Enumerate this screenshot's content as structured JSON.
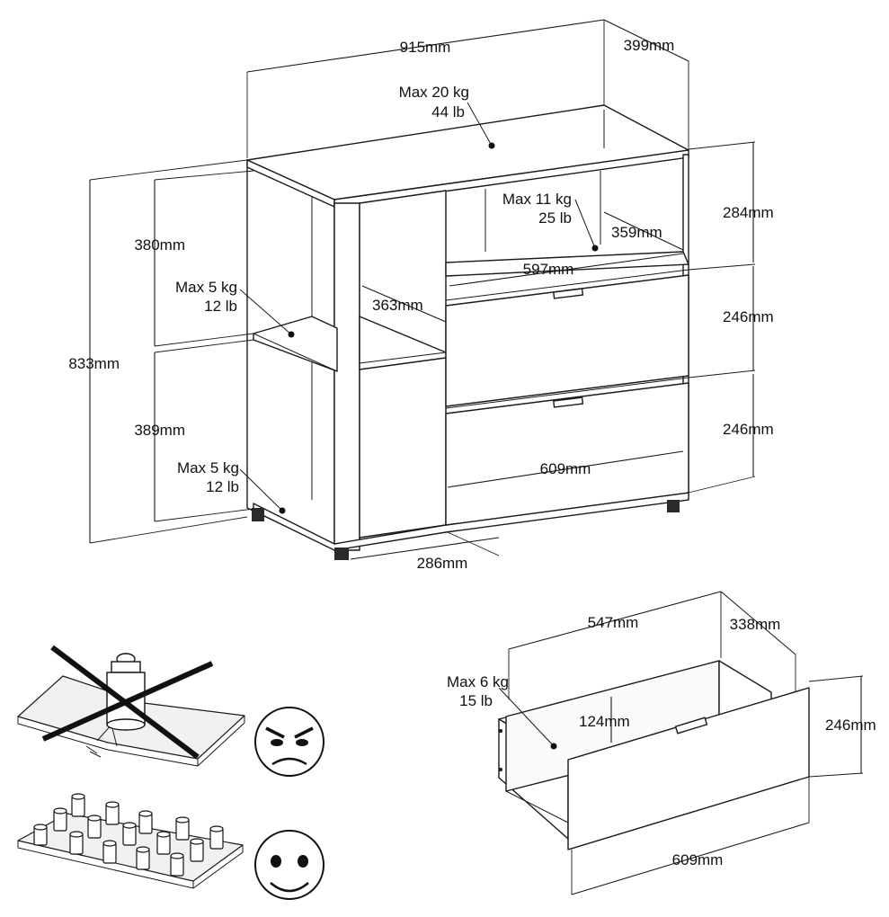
{
  "dimensions": {
    "overall_width": "915mm",
    "overall_depth": "399mm",
    "overall_height": "833mm",
    "upper_open_height": "380mm",
    "lower_open_height": "389mm",
    "niche_height": "284mm",
    "drawer_height_upper": "246mm",
    "drawer_height_lower": "246mm",
    "shelf_depth": "363mm",
    "niche_depth": "359mm",
    "niche_width": "597mm",
    "drawer_front_width": "609mm",
    "open_side_width": "286mm"
  },
  "loads": {
    "top": {
      "kg": "Max 20 kg",
      "lb": "44 lb"
    },
    "niche": {
      "kg": "Max 11 kg",
      "lb": "25 lb"
    },
    "upper_shelf": {
      "kg": "Max 5 kg",
      "lb": "12 lb"
    },
    "bottom_shelf": {
      "kg": "Max 5 kg",
      "lb": "12 lb"
    }
  },
  "drawer": {
    "inner_width": "547mm",
    "depth": "338mm",
    "inner_height": "124mm",
    "front_height": "246mm",
    "front_width": "609mm",
    "load_kg": "Max 6 kg",
    "load_lb": "15 lb"
  },
  "colors": {
    "line": "#1a1a1a",
    "background": "#ffffff"
  },
  "icons": [
    "weight-icon",
    "angry-face-icon",
    "happy-face-icon"
  ]
}
